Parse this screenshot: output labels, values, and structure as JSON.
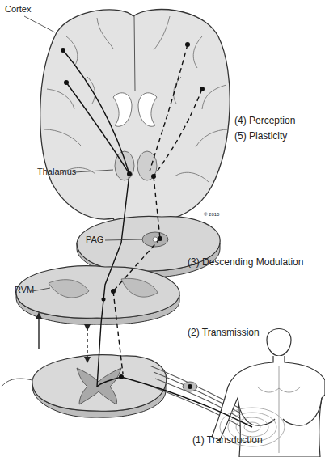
{
  "diagram": {
    "labels": [
      "Cortex",
      "Thalamus",
      "(4) Perception",
      "(5) Plasticity",
      "© 2010",
      "PAG",
      "(3) Descending Modulation",
      "RVM",
      "(2) Transmission",
      "(1) Transduction"
    ]
  }
}
